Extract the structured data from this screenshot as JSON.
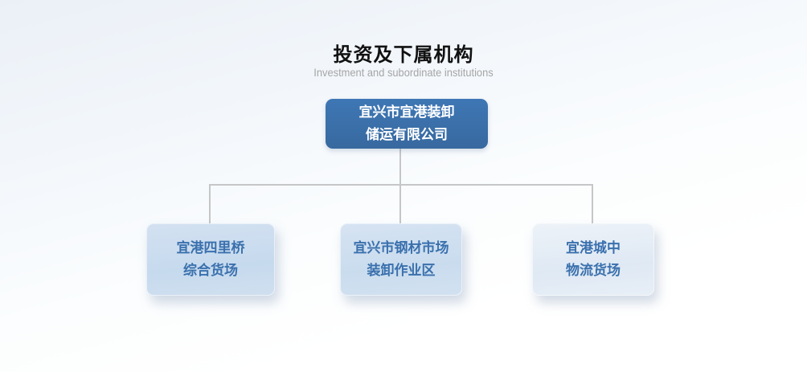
{
  "header": {
    "title": "投资及下属机构",
    "subtitle": "Investment and subordinate institutions"
  },
  "org_chart": {
    "root": {
      "lines": [
        "宜兴市宜港装卸",
        "储运有限公司"
      ]
    },
    "children": [
      {
        "lines": [
          "宜港四里桥",
          "综合货场"
        ]
      },
      {
        "lines": [
          "宜兴市钢材市场",
          "装卸作业区"
        ]
      },
      {
        "lines": [
          "宜港城中",
          "物流货场"
        ]
      }
    ]
  },
  "colors": {
    "root_box_bg": "#3a72b0",
    "root_box_text": "#ffffff",
    "child_box_text": "#3a70ad",
    "child_box_bg_left": "#c9dcee",
    "child_box_bg_middle": "#cddfef",
    "child_box_bg_right": "#e5edf5",
    "connector_line": "#c5c6c8",
    "title_text": "#111111",
    "subtitle_text": "#a5a5a5"
  }
}
